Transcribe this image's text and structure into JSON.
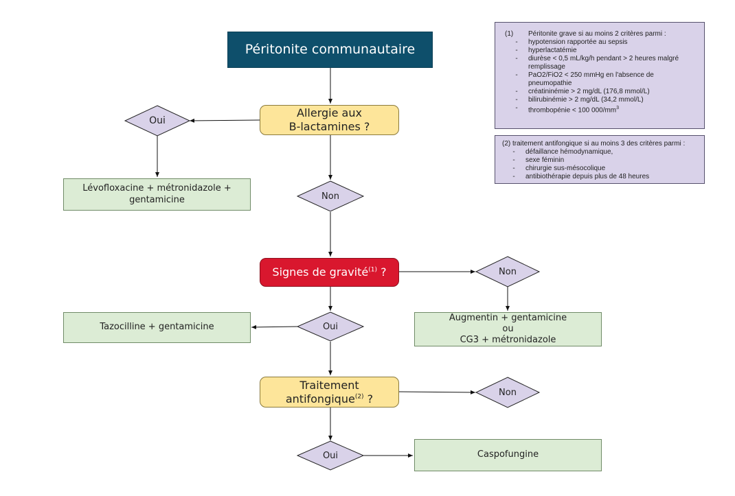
{
  "nodes": {
    "start": "Péritonite communautaire",
    "allergy_q": [
      "Allergie aux",
      "B-lactamines ?"
    ],
    "allergy_yes": "Oui",
    "allergy_yes_treatment": [
      "Lévofloxacine + métronidazole +",
      "gentamicine"
    ],
    "allergy_no": "Non",
    "severity_q": {
      "text": "Signes de gravité",
      "ref": "(1)",
      "suffix": " ?"
    },
    "severity_no": "Non",
    "severity_no_treatment": [
      "Augmentin + gentamicine",
      "ou",
      "CG3 + métronidazole"
    ],
    "severity_yes": "Oui",
    "severity_yes_treatment": "Tazocilline + gentamicine",
    "antifungal_q": {
      "line1": "Traitement",
      "line2": "antifongique",
      "ref": "(2)",
      "suffix": " ?"
    },
    "antifungal_no": "Non",
    "antifungal_yes": "Oui",
    "antifungal_yes_treatment": "Caspofungine"
  },
  "notes": {
    "note1": {
      "marker": "(1)",
      "title": "Péritonite grave si au moins 2 critères parmi :",
      "bullet": "-",
      "items": [
        "hypotension rapportée au sepsis",
        "hyperlactatémie",
        "diurèse < 0,5 mL/kg/h pendant > 2 heures malgré remplissage",
        "PaO2/FiO2 < 250 mmHg en l'absence de pneumopathie",
        "créatininémie > 2 mg/dL (176,8 mmol/L)",
        "bilirubinémie > 2 mg/dL (34,2 mmol/L)"
      ],
      "last_item": "thrombopénie < 100 000/mm",
      "last_item_sup": "3"
    },
    "note2": {
      "title": "(2)  traitement antifongique si au moins 3 des critères parmi :",
      "bullet": "-",
      "items": [
        "défaillance hémodynamique,",
        "sexe féminin",
        "chirurgie sus-mésocolique",
        "antibiothérapie depuis plus de 48 heures"
      ]
    }
  },
  "colors": {
    "title_bg": "#0e4f6b",
    "question_bg": "#fde59a",
    "danger_bg": "#d9172e",
    "result_bg": "#dcecd5",
    "decision_bg": "#d9d2e9",
    "note_bg": "#d9d2e9"
  }
}
